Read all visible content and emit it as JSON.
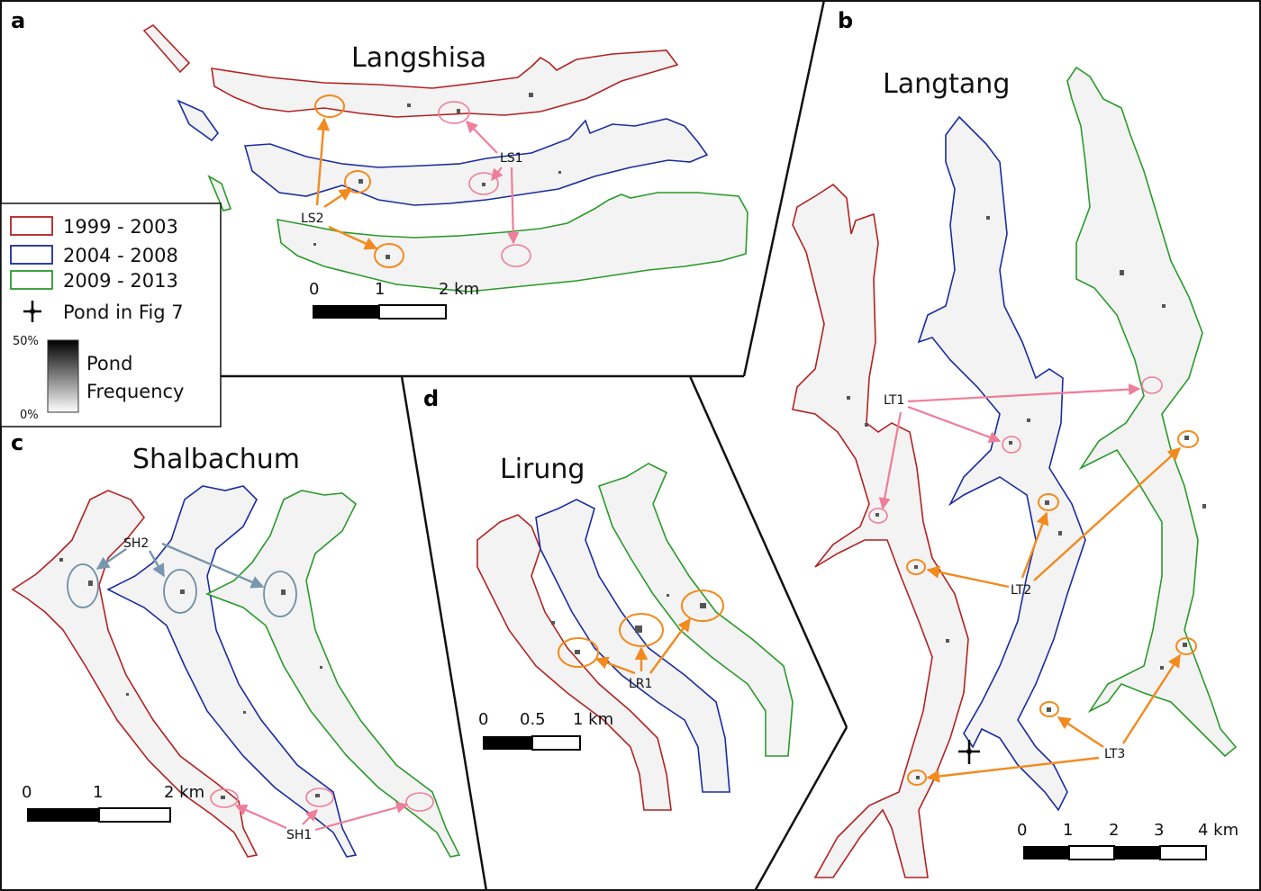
{
  "panels": {
    "a": {
      "letter": "a",
      "title": "Langshisa",
      "labels": [
        "LS1",
        "LS2"
      ],
      "scale_ticks": [
        "0",
        "1",
        "2 km"
      ]
    },
    "b": {
      "letter": "b",
      "title": "Langtang",
      "labels": [
        "LT1",
        "LT2",
        "LT3"
      ],
      "scale_ticks": [
        "0",
        "1",
        "2",
        "3",
        "4 km"
      ]
    },
    "c": {
      "letter": "c",
      "title": "Shalbachum",
      "labels": [
        "SH2",
        "SH1"
      ],
      "scale_ticks": [
        "0",
        "1",
        "2 km"
      ]
    },
    "d": {
      "letter": "d",
      "title": "Lirung",
      "labels": [
        "LR1"
      ],
      "scale_ticks": [
        "0",
        "0.5",
        "1 km"
      ]
    }
  },
  "legend": {
    "periods": [
      {
        "label": "1999 - 2003",
        "color": "#b22222"
      },
      {
        "label": "2004 - 2008",
        "color": "#1a2ca0"
      },
      {
        "label": "2009 - 2013",
        "color": "#2a9a2a"
      }
    ],
    "pond_marker": "Pond in Fig 7",
    "ramp_max": "50%",
    "ramp_min": "0%",
    "ramp_label_1": "Pond",
    "ramp_label_2": "Frequency"
  },
  "colors": {
    "highlight_orange": "#f28a1e",
    "highlight_pink": "#ee7e99",
    "highlight_blue": "#6f8fa6"
  }
}
